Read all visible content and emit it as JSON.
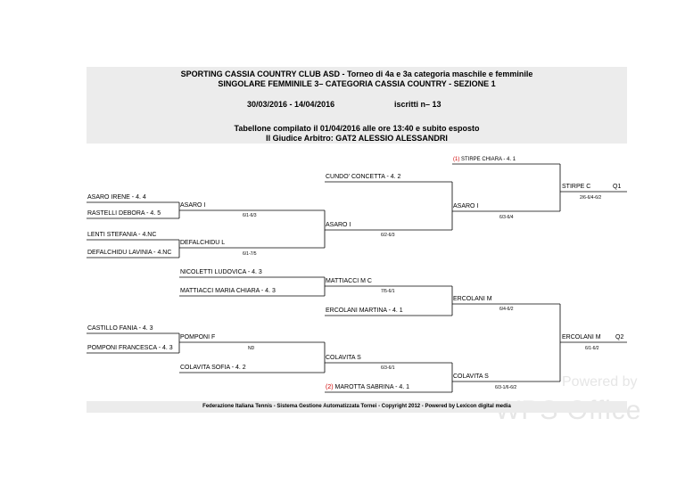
{
  "header": {
    "line1": "SPORTING CASSIA COUNTRY CLUB ASD - Torneo di 4a e 3a categoria maschile e femminile",
    "line2": "SINGOLARE FEMMINILE 3–   CATEGORIA CASSIA COUNTRY - SEZIONE 1",
    "dates": "30/03/2016 - 14/04/2016",
    "entries": "iscritti n–   13",
    "compiled": "Tabellone compilato il 01/04/2016 alle ore 13:40 e subito esposto",
    "referee": "Il Giudice Arbitro: GAT2 ALESSIO ALESSANDRI"
  },
  "round1": [
    "ASARO IRENE - 4. 4",
    "RASTELLI DEBORA - 4. 5",
    "LENTI STEFANIA - 4.NC",
    "DEFALCHIDU LAVINIA - 4.NC",
    "CASTILLO FANIA - 4. 3",
    "POMPONI FRANCESCA - 4. 3"
  ],
  "round2": [
    "ASARO I",
    "DEFALCHIDU L",
    "NICOLETTI LUDOVICA - 4. 3",
    "MATTIACCI MARIA CHIARA - 4. 3",
    "POMPONI F",
    "COLAVITA SOFIA - 4. 2"
  ],
  "round3": [
    "CUNDO' CONCETTA - 4. 2",
    "ASARO I",
    "MATTIACCI M C",
    "ERCOLANI MARTINA - 4. 1",
    "COLAVITA S",
    "MAROTTA SABRINA - 4. 1"
  ],
  "round4": [
    "STIRPE CHIARA - 4. 1",
    "ASARO I",
    "ERCOLANI M",
    "COLAVITA S"
  ],
  "round5": [
    "STIRPE C",
    "ERCOLANI M"
  ],
  "qualifiers": [
    "Q1",
    "Q2"
  ],
  "seeds": {
    "stirpe": "(1)",
    "marotta": "(2)"
  },
  "scores": {
    "r1_a": "6/1-6/3",
    "r1_b": "6/1-7/5",
    "r1_c": "ND",
    "r2_a": "6/2-6/3",
    "r2_b": "7/5-6/1",
    "r2_c": "6/3-6/1",
    "r3_a": "6/3-6/4",
    "r3_b": "6/4-6/2",
    "r3_c": "6/3-1/6-6/2",
    "r4_a": "2/6-6/4-6/2",
    "r4_b": "6/1-6/2"
  },
  "footer": "Federazione Italiana Tennis - Sistema Gestione Automatizzata Tornei - Copyright 2012 - Powered by Lexicon digital media",
  "watermark": {
    "top": "Powered by",
    "bottom": "WPS Office"
  }
}
